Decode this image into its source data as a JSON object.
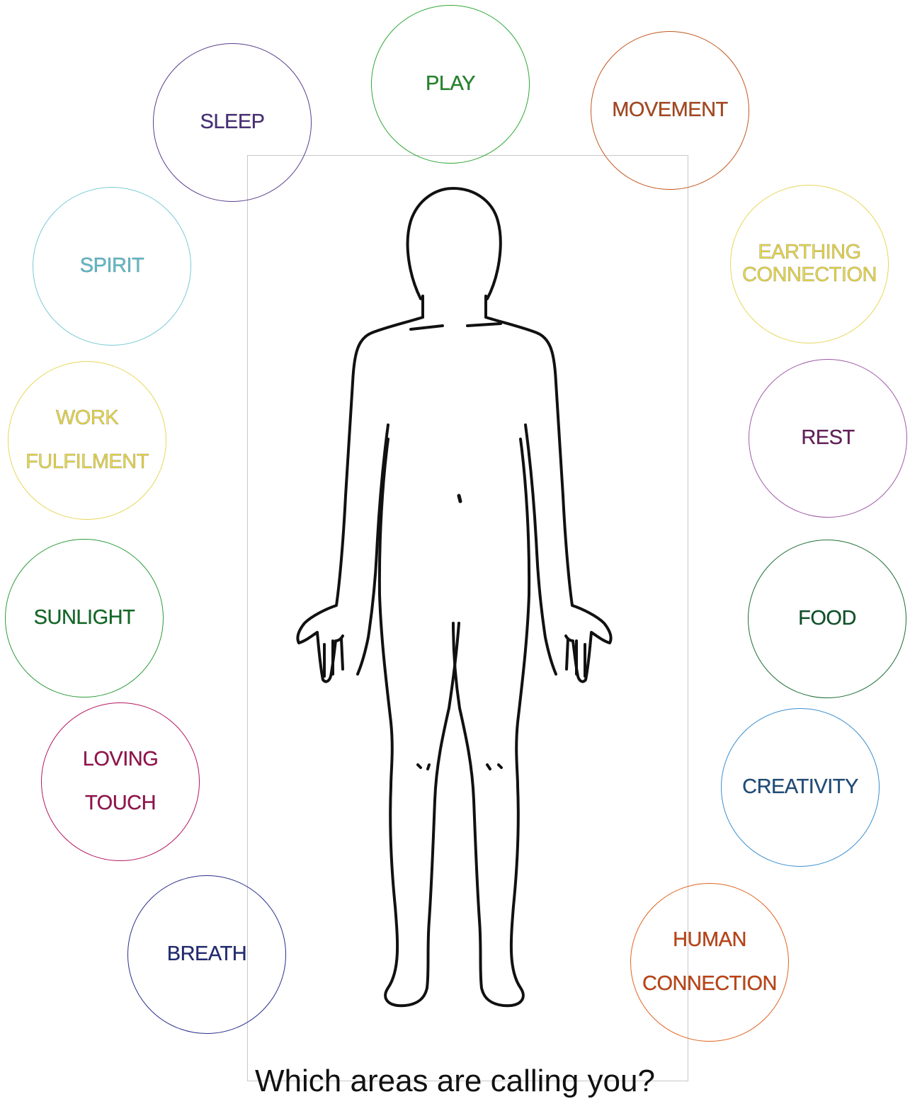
{
  "caption": "Which areas are calling you?",
  "circles": {
    "play": {
      "lines": [
        "PLAY"
      ],
      "border": "#2fa836",
      "text": "#1e8c27"
    },
    "sleep": {
      "lines": [
        "SLEEP"
      ],
      "border": "#5a3e8c",
      "text": "#4a2f7e"
    },
    "movement": {
      "lines": [
        "MOVEMENT"
      ],
      "border": "#c2571f",
      "text": "#b0471a"
    },
    "earthing": {
      "lines": [
        "EARTHING",
        "CONNECTION"
      ],
      "border": "#e8d75c",
      "text": "#e6d64a"
    },
    "spirit": {
      "lines": [
        "SPIRIT"
      ],
      "border": "#79cbd6",
      "text": "#5fbfcc"
    },
    "work": {
      "lines": [
        "WORK",
        "FULFILMENT"
      ],
      "border": "#e8d75c",
      "text": "#e6d64a"
    },
    "rest": {
      "lines": [
        "REST"
      ],
      "border": "#a05aa8",
      "text": "#6b1d5e"
    },
    "sunlight": {
      "lines": [
        "SUNLIGHT"
      ],
      "border": "#2c9c3c",
      "text": "#0e6e24"
    },
    "food": {
      "lines": [
        "FOOD"
      ],
      "border": "#1d6e34",
      "text": "#0b5528"
    },
    "loving": {
      "lines": [
        "LOVING",
        "TOUCH"
      ],
      "border": "#b31860",
      "text": "#9c0f4f"
    },
    "creativity": {
      "lines": [
        "CREATIVITY"
      ],
      "border": "#3a8fd0",
      "text": "#1c4f80"
    },
    "breath": {
      "lines": [
        "BREATH"
      ],
      "border": "#2a2f8c",
      "text": "#1f2a78"
    },
    "human": {
      "lines": [
        "HUMAN",
        "CONNECTION"
      ],
      "border": "#e06420",
      "text": "#c8420e"
    }
  }
}
